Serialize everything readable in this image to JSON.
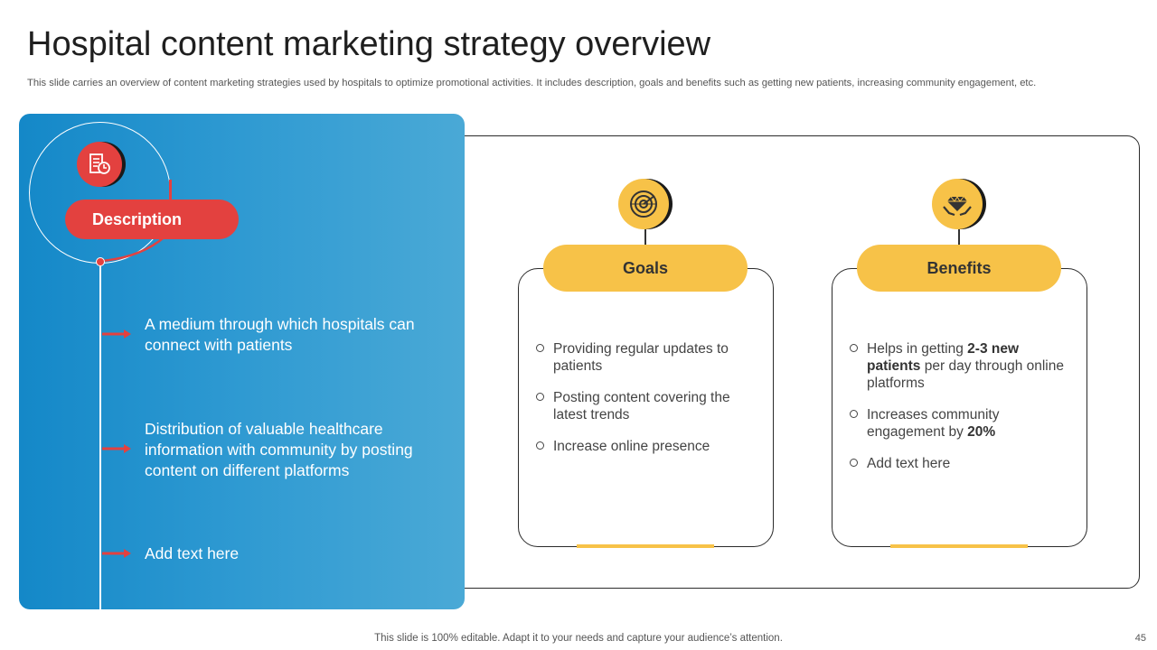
{
  "slide": {
    "title": "Hospital content marketing strategy overview",
    "subtitle": "This slide carries an overview of content marketing strategies used by hospitals to optimize promotional activities. It includes description, goals and benefits such as getting new patients, increasing community engagement, etc.",
    "footer": "This slide is 100% editable. Adapt it to your needs and capture your audience’s attention.",
    "page_number": "45"
  },
  "description": {
    "label": "Description",
    "icon": "report-chart-icon",
    "items": [
      "A medium through which hospitals can connect with patients",
      "Distribution of valuable healthcare information with community by posting content on different platforms",
      "Add text here"
    ]
  },
  "goals": {
    "label": "Goals",
    "icon": "target-radar-icon",
    "items": [
      "Providing regular updates to patients",
      "Posting content covering the latest trends",
      "Increase online presence"
    ]
  },
  "benefits": {
    "label": "Benefits",
    "icon": "diamond-hands-icon",
    "item1": {
      "pre": "Helps in getting ",
      "bold": "2-3 new patients",
      "post": " per day through online platforms"
    },
    "item2": {
      "pre": "Increases community engagement by ",
      "bold": "20%",
      "post": ""
    },
    "item3": "Add text here"
  },
  "colors": {
    "blue_start": "#1488c8",
    "blue_end": "#4aa9d6",
    "red": "#e3413f",
    "yellow": "#f7c248",
    "dark": "#1a1a1a"
  }
}
